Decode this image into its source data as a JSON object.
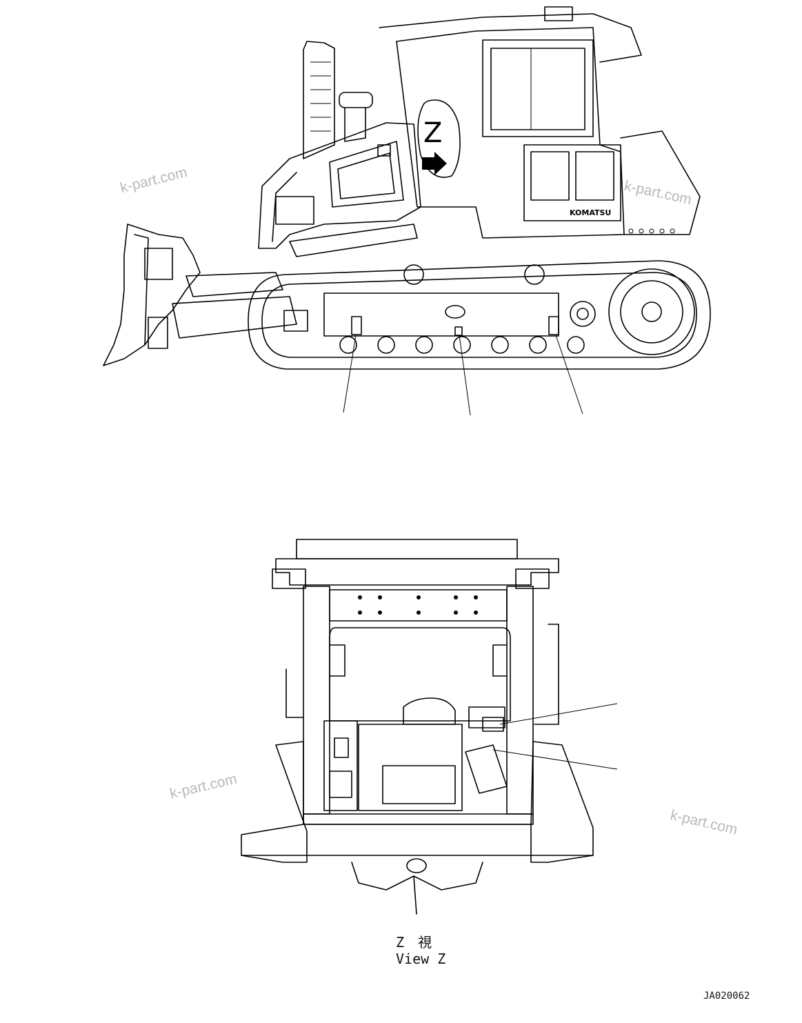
{
  "drawing": {
    "view_marker_letter": "Z",
    "brand_label": "KOMATSU",
    "caption_jp": "Z 視",
    "caption_en": "View Z",
    "drawing_code": "JA020062"
  },
  "watermarks": [
    "k-part.com",
    "k-part.com",
    "k-part.com",
    "k-part.com"
  ]
}
